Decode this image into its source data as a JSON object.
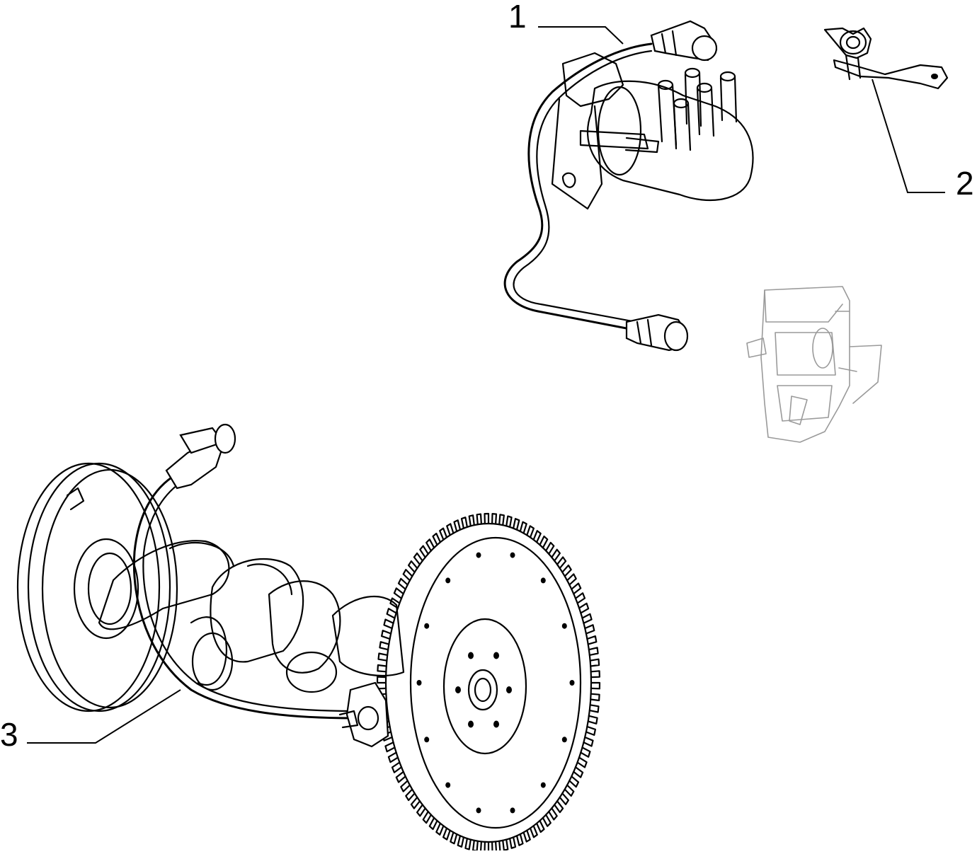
{
  "callouts": [
    {
      "label": "1",
      "part": "ignition-coil-with-lead"
    },
    {
      "label": "2",
      "part": "sensor-bracket"
    },
    {
      "label": "3",
      "part": "crankshaft-position-sensor"
    }
  ],
  "colors": {
    "ink": "#000000",
    "ghost": "#9a9a9a",
    "background": "#ffffff"
  }
}
